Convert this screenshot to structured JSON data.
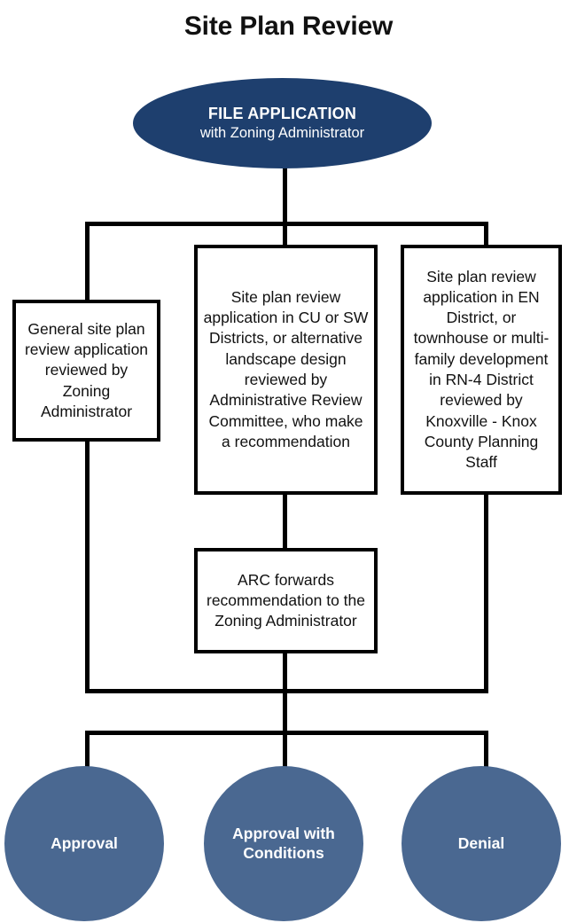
{
  "page": {
    "title": "Site Plan Review",
    "background_color": "#ffffff",
    "accent_dark": "#1e3f6e",
    "accent_medium": "#4a6891",
    "line_color": "#000000"
  },
  "diagram": {
    "type": "flowchart",
    "start": {
      "shape": "ellipse",
      "line1": "FILE APPLICATION",
      "line2": "with Zoning Administrator",
      "fill": "#1e3f6e",
      "text_color": "#ffffff"
    },
    "branches": [
      {
        "id": "general",
        "shape": "rectangle",
        "text": "General site plan review application reviewed by Zoning Administrator"
      },
      {
        "id": "arc-review",
        "shape": "rectangle",
        "text": "Site plan review application in CU or SW Districts, or alternative landscape design reviewed by Administrative Review Committee, who make a recommendation"
      },
      {
        "id": "planning-staff",
        "shape": "rectangle",
        "text": "Site plan review application in EN District, or townhouse or multi-family development in RN-4 District reviewed by Knoxville - Knox County Planning Staff"
      }
    ],
    "intermediate": {
      "id": "arc-forwards",
      "shape": "rectangle",
      "text": "ARC forwards recommendation to the Zoning Administrator"
    },
    "outcomes": [
      {
        "id": "approval",
        "shape": "circle",
        "label": "Approval",
        "fill": "#4a6891"
      },
      {
        "id": "approval-conditions",
        "shape": "circle",
        "label": "Approval with Conditions",
        "fill": "#4a6891"
      },
      {
        "id": "denial",
        "shape": "circle",
        "label": "Denial",
        "fill": "#4a6891"
      }
    ]
  }
}
